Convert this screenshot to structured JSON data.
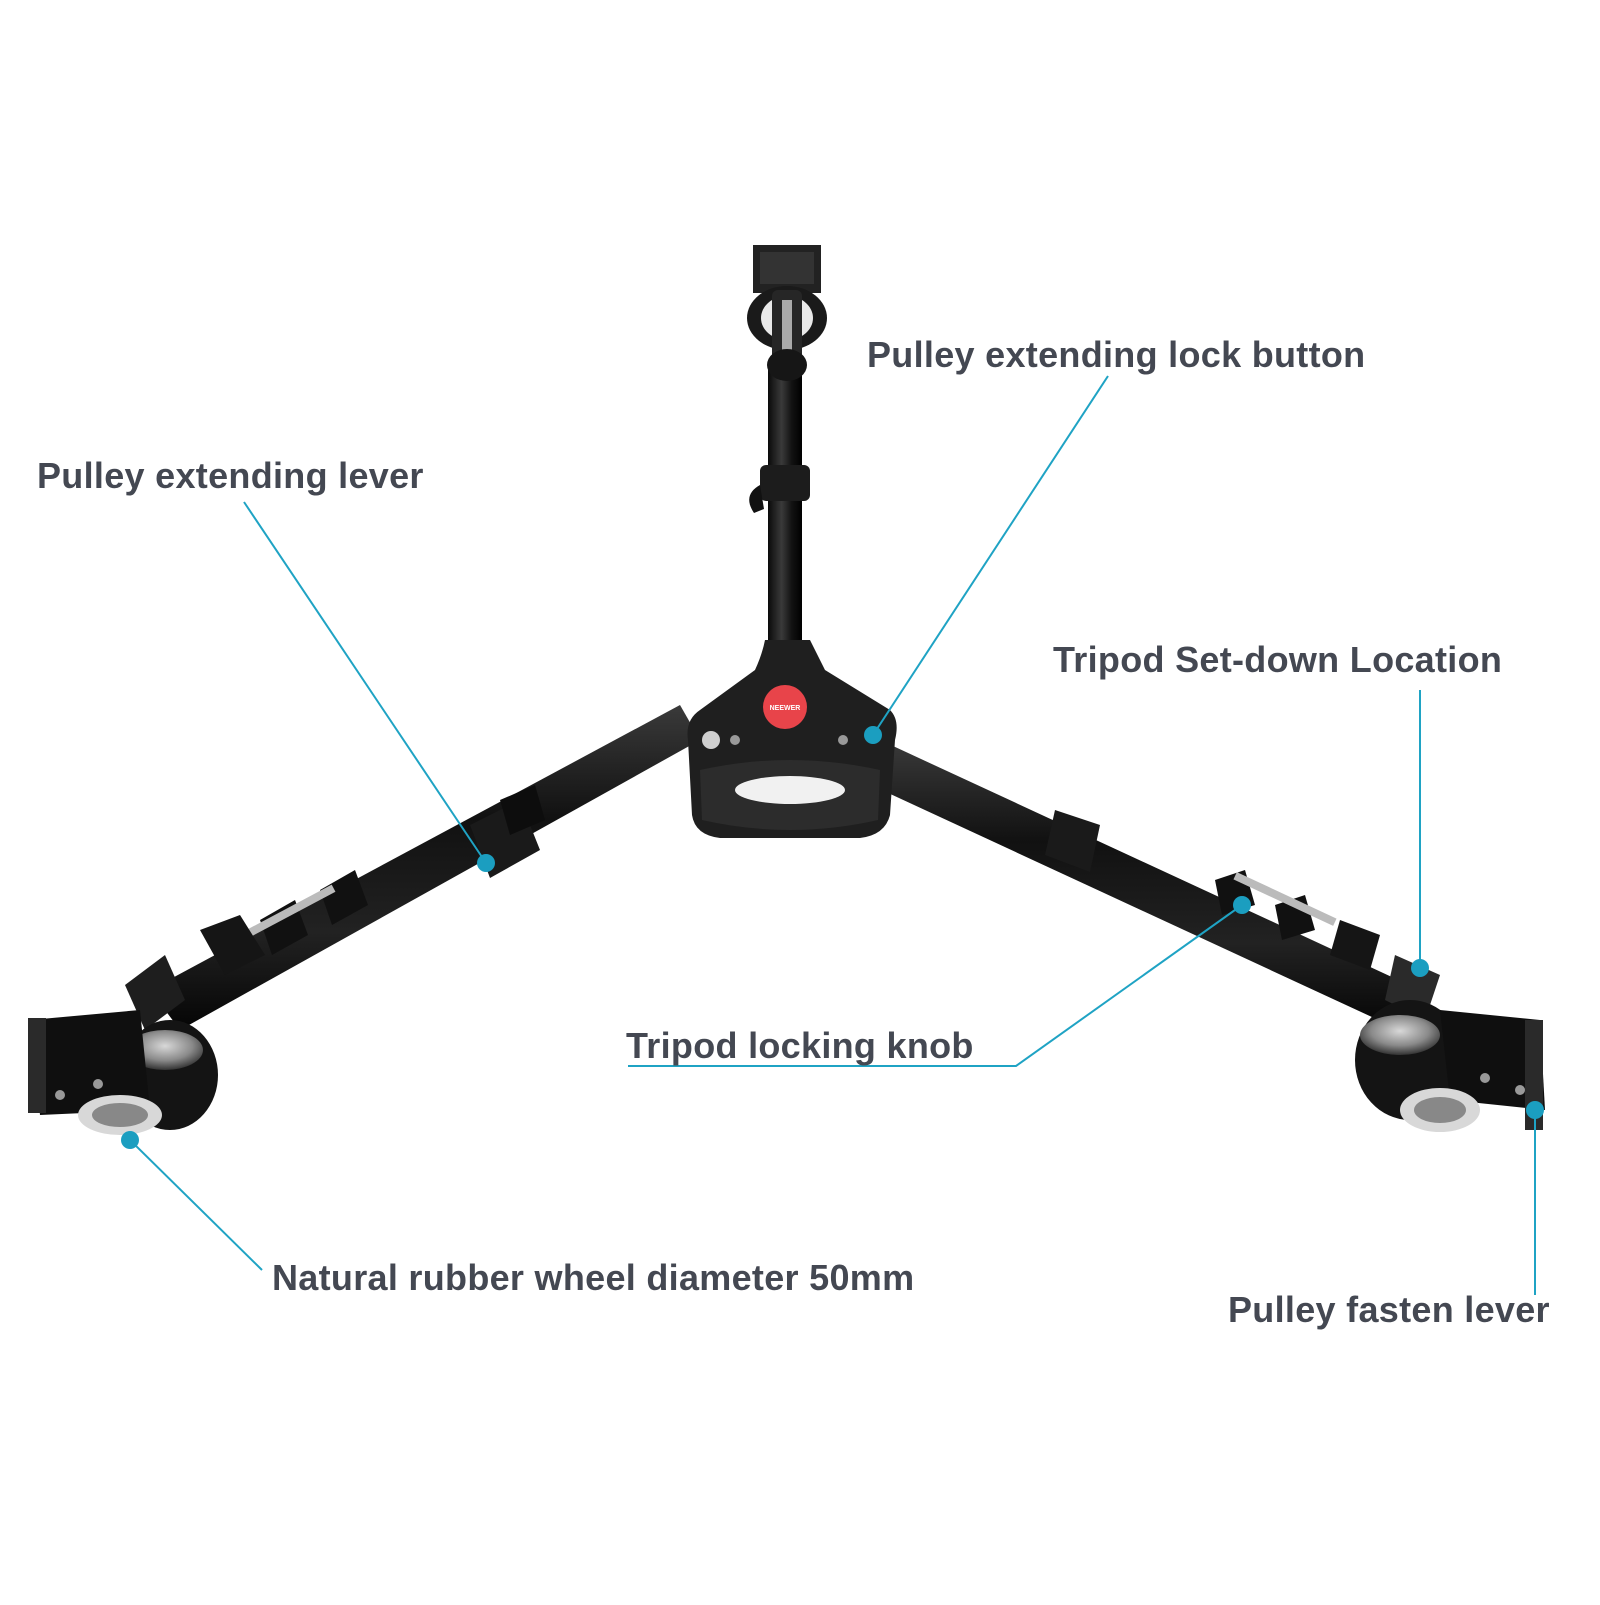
{
  "diagram": {
    "subject": "Tripod dolly with three wheeled legs",
    "brand_badge": "NEEWER",
    "colors": {
      "background": "#ffffff",
      "label_text": "#444852",
      "callout_line": "#1fa3c4",
      "callout_dot": "#1b9ec0",
      "metal_dark": "#1a1a1a",
      "badge_red": "#e8444a"
    },
    "callouts": [
      {
        "id": "pulley-extending-lock-button",
        "text": "Pulley extending lock button"
      },
      {
        "id": "pulley-extending-lever",
        "text": "Pulley extending lever"
      },
      {
        "id": "tripod-set-down-location",
        "text": "Tripod Set-down Location"
      },
      {
        "id": "tripod-locking-knob",
        "text": "Tripod locking knob"
      },
      {
        "id": "natural-rubber-wheel",
        "text": "Natural rubber wheel diameter 50mm"
      },
      {
        "id": "pulley-fasten-lever",
        "text": "Pulley fasten lever"
      }
    ]
  }
}
